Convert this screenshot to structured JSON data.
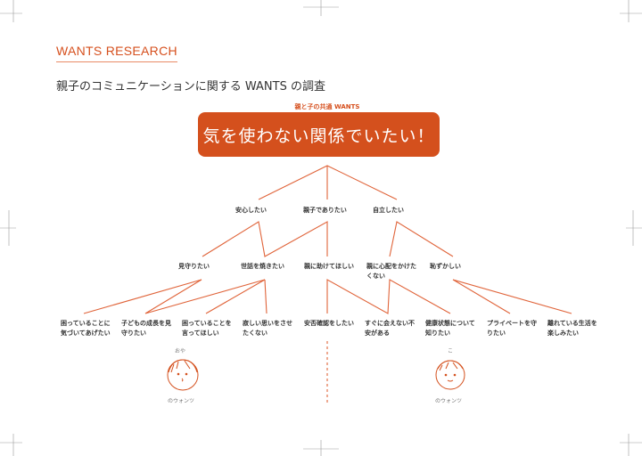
{
  "header": {
    "title": "WANTS RESEARCH",
    "subtitle": "親子のコミュニケーションに関する WANTS の調査"
  },
  "root": {
    "caption": "親と子の共通 WANTS",
    "label": "気を使わない関係でいたい！"
  },
  "level1": [
    "安心したい",
    "親子でありたい",
    "自立したい"
  ],
  "level2": [
    "見守りたい",
    "世話を焼きたい",
    "親に助けてほしい",
    "親に心配をかけたくない",
    "恥ずかしい"
  ],
  "level3": [
    "困っていることに気づいてあげたい",
    "子どもの成長を見守りたい",
    "困っていることを言ってほしい",
    "寂しい思いをさせたくない",
    "安否確認をしたい",
    "すぐに会えない不安がある",
    "健康状態について知りたい",
    "プライベートを守りたい",
    "離れている生活を楽しみたい"
  ],
  "parent": {
    "label": "おや",
    "caption": "のウォンツ"
  },
  "child": {
    "label": "こ",
    "caption": "のウォンツ"
  },
  "colors": {
    "accent": "#d4501d"
  }
}
